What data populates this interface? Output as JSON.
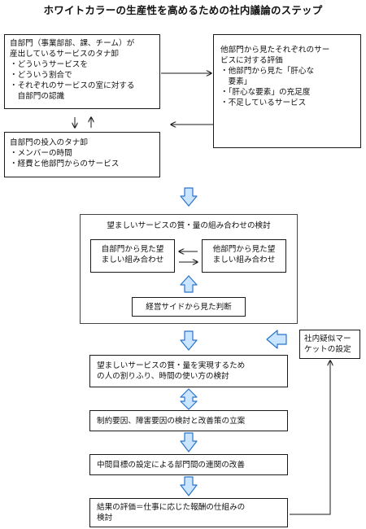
{
  "title": "ホワイトカラーの生産性を高めるための社内議論のステップ",
  "boxes": {
    "inventory_services": {
      "lines": [
        "自部門（事業部部、課、チーム）が",
        "産出しているサービスのタナ卸",
        "・どういうサービスを",
        "・どういう割合で",
        "・それぞれのサービスの室に対する",
        "　自部門の認識"
      ]
    },
    "evaluation_other_depts": {
      "lines": [
        "他部門から見たそれぞれのサー",
        "ビスに対する評価",
        "・他部門から見た「肝心な",
        "　要素」",
        "・「肝心な要素」の充足度",
        "・不足しているサービス"
      ]
    },
    "inventory_inputs": {
      "lines": [
        "自部門の投入のタナ卸",
        "・メンバーの時間",
        "・経費と他部門からのサービス"
      ]
    },
    "desired_combo_group": {
      "title": "望ましいサービスの質・量の組み合わせの検討",
      "own_view": [
        "自部門から見た望",
        "ましい組み合わせ"
      ],
      "other_view": [
        "他部門から見た望",
        "ましい組み合わせ"
      ],
      "management_view": "経営サイドから見た判断"
    },
    "internal_market": {
      "lines": [
        "社内疑似マー",
        "ケットの設定"
      ]
    },
    "allocation": {
      "lines": [
        "望ましいサービスの質・量を実現するため",
        "の人の割りふり、時間の使い方の検討"
      ]
    },
    "constraints": {
      "text": "制約要因、障害要因の検討と改善策の立案"
    },
    "interim_goals": {
      "text": "中間目標の設定による部門間の連関の改善"
    },
    "results": {
      "lines": [
        "結果の評価＝仕事に応じた報酬の仕組みの",
        "検討"
      ]
    }
  },
  "colors": {
    "block_arrow_fill": "#c9e5ff",
    "block_arrow_stroke": "#2a73c8",
    "line": "#1a1a1a"
  }
}
